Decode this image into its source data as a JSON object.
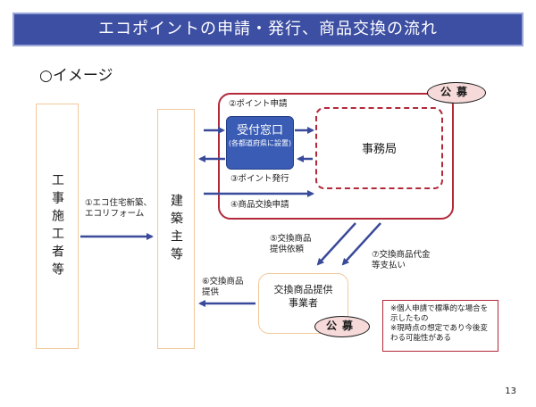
{
  "title": "エコポイントの申請・発行、商品交換の流れ",
  "subtitle": "○イメージ",
  "nodes": {
    "contractor": "工事施工者等",
    "owner": "建築主等",
    "reception_title": "受付窓口",
    "reception_sub": "(各都道府県に設置)",
    "secretariat": "事務局",
    "supplier": "交換商品提供事業者",
    "koubo_top": "公募",
    "koubo_bottom": "公募"
  },
  "steps": {
    "s1": "①エコ住宅新築、エコリフォーム",
    "s2": "②ポイント申請",
    "s3": "③ポイント発行",
    "s4": "④商品交換申請",
    "s5": "⑤交換商品提供依頼",
    "s6": "⑥交換商品提供",
    "s7": "⑦交換商品代金等支払い"
  },
  "notes": [
    "※個人申請で標準的な場合を示したもの",
    "※現時点の想定であり今後変わる可能性がある"
  ],
  "page_number": "13",
  "colors": {
    "banner": "#3d4fa3",
    "arrow": "#3a4a9a",
    "red_border": "#b22a3a",
    "reception": "#3a5cb5",
    "box_border": "#f2c99a"
  }
}
